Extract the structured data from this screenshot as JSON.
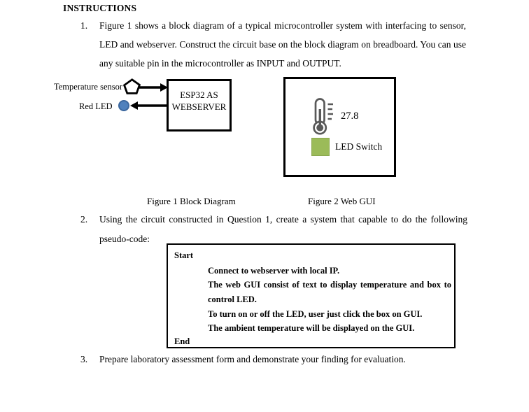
{
  "document": {
    "title": "INSTRUCTIONS",
    "item1": {
      "number": "1.",
      "text": "Figure 1 shows a block diagram of a typical microcontroller system with interfacing to sensor, LED and webserver. Construct the circuit base on the block diagram on breadboard. You can use any suitable pin in the microcontroller as INPUT and OUTPUT."
    },
    "item2": {
      "number": "2.",
      "text": "Using the circuit constructed in Question 1, create a system that capable to do the following pseudo-code:"
    },
    "item3": {
      "number": "3.",
      "text": "Prepare laboratory assessment form and demonstrate your finding for evaluation."
    }
  },
  "figure1": {
    "caption": "Figure 1 Block Diagram",
    "sensor_label": "Temperature sensor",
    "led_label": "Red LED",
    "controller_line1": "ESP32 AS",
    "controller_line2": "WEBSERVER",
    "led_color": "#4f81bd"
  },
  "figure2": {
    "caption": "Figure 2 Web GUI",
    "temperature_value": "27.8",
    "switch_label": "LED Switch",
    "switch_color": "#9bbb59",
    "thermometer_color": "#595959"
  },
  "pseudocode": {
    "start": "Start",
    "end": "End",
    "lines": [
      "Connect to webserver with local IP.",
      "The web GUI consist of text to display temperature and box to",
      "control LED.",
      "To turn on or off the LED, user just click the box on GUI.",
      "The ambient temperature will be displayed on the GUI."
    ]
  }
}
